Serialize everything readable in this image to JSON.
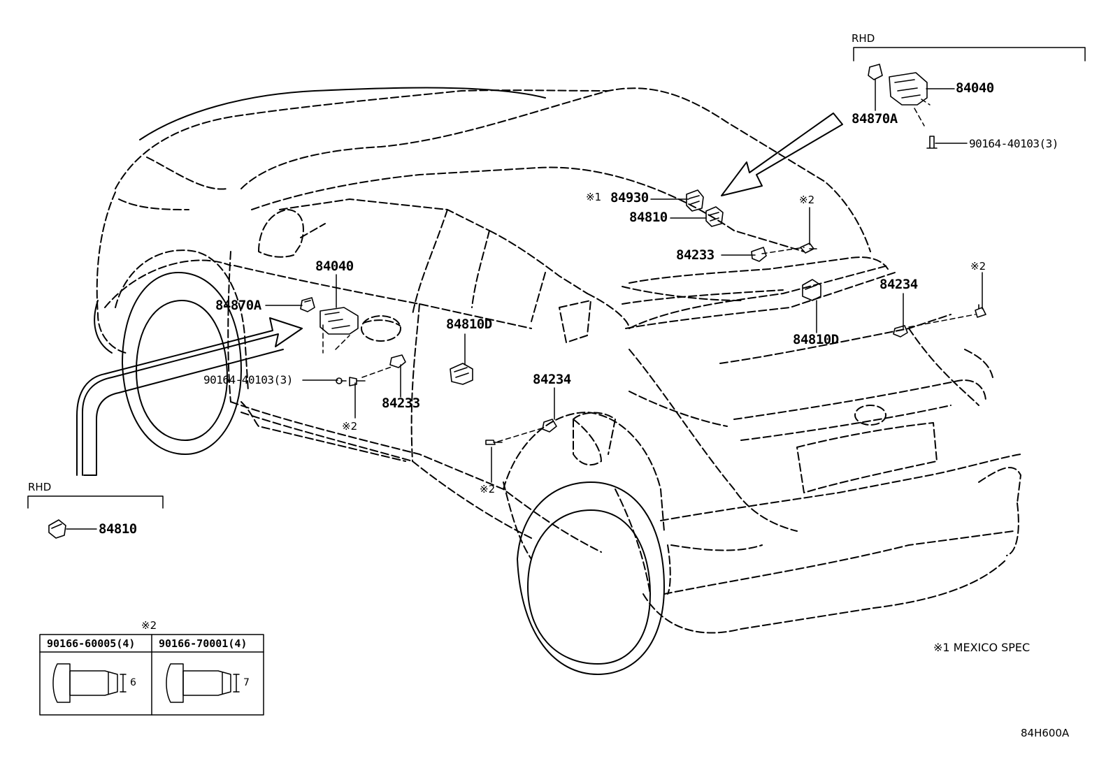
{
  "diagram": {
    "code": "84H600A",
    "rhd_label": "RHD",
    "footnote": "※1 MEXICO SPEC",
    "parts": {
      "p84040_main": "84040",
      "p84870A_main": "84870A",
      "p90164_main": "90164-40103(3)",
      "p84233_left": "84233",
      "p84810D_left": "84810D",
      "p84234_left": "84234",
      "p84930": "84930",
      "p84810_top": "84810",
      "p84233_top": "84233",
      "p84810D_right": "84810D",
      "p84234_right": "84234",
      "p84040_rhd": "84040",
      "p84870A_rhd": "84870A",
      "p90164_rhd": "90164-40103(3)",
      "p84810_rhd": "84810"
    },
    "marks": {
      "note1": "※1",
      "note2_a": "※2",
      "note2_b": "※2",
      "note2_c": "※2",
      "note2_d": "※2",
      "note2_table": "※2"
    },
    "table": {
      "col1": "90166-60005(4)",
      "col2": "90166-70001(4)",
      "dim1": "6",
      "dim2": "7"
    }
  }
}
